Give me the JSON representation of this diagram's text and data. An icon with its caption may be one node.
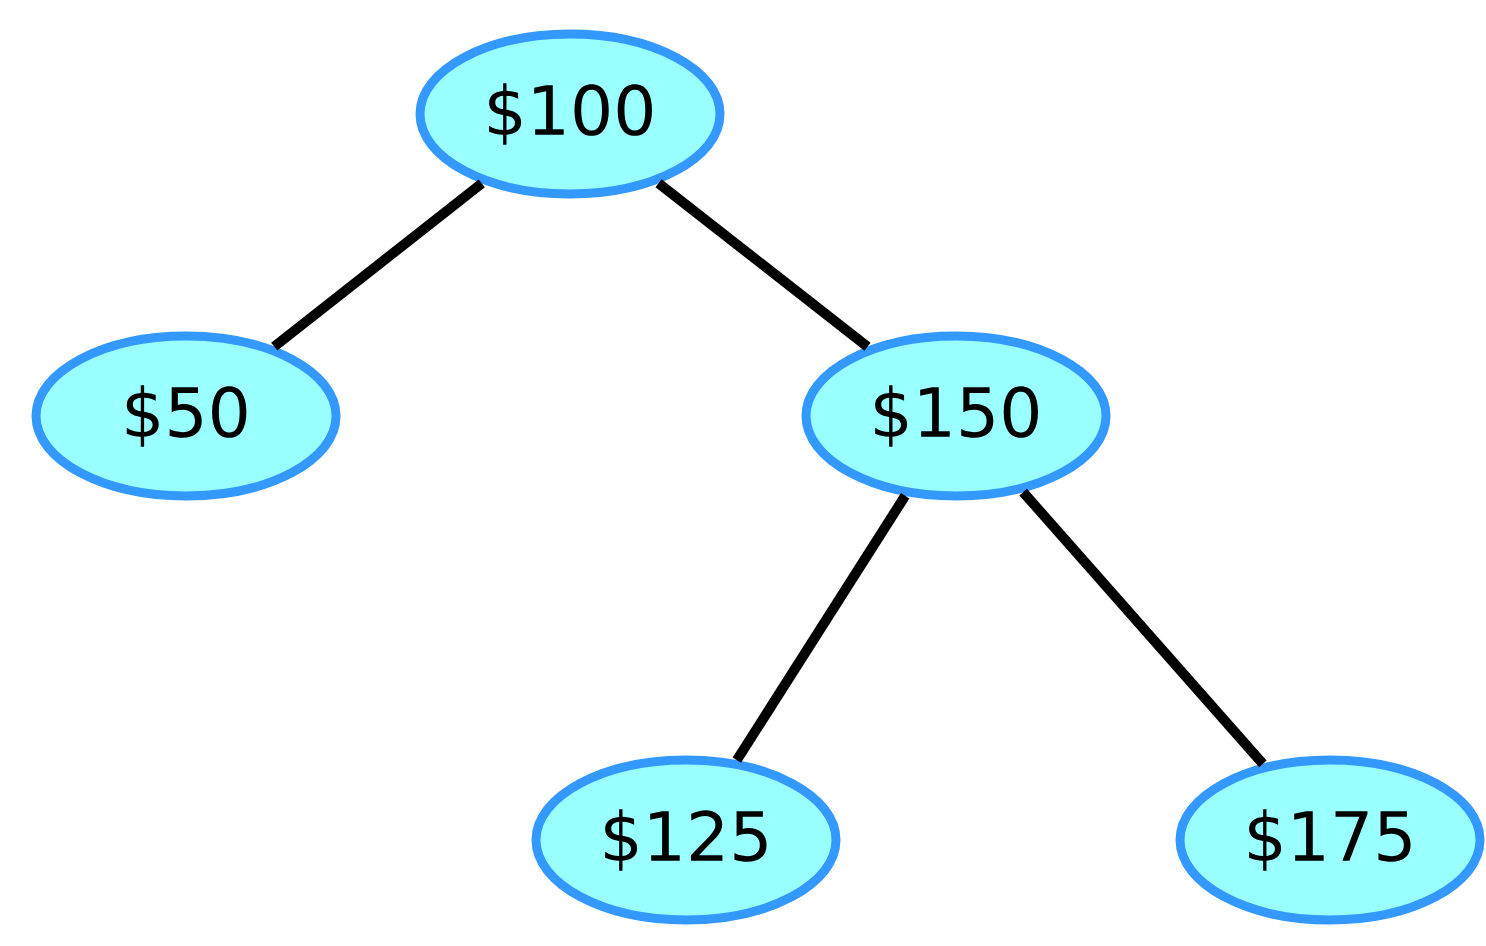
{
  "diagram": {
    "nodes": [
      {
        "text": [
          "$100"
        ]
      },
      {
        "text": [
          "$50"
        ]
      },
      {
        "text": [
          "$150"
        ]
      },
      {
        "text": [
          "$125"
        ]
      },
      {
        "text": [
          "$175"
        ]
      }
    ],
    "edges": [
      {
        "from": 0,
        "to": 1,
        "arrow": "none"
      },
      {
        "from": 0,
        "to": 2,
        "arrow": "none"
      },
      {
        "from": 2,
        "to": 3,
        "arrow": "none"
      },
      {
        "from": 2,
        "to": 4,
        "arrow": "none"
      }
    ]
  }
}
